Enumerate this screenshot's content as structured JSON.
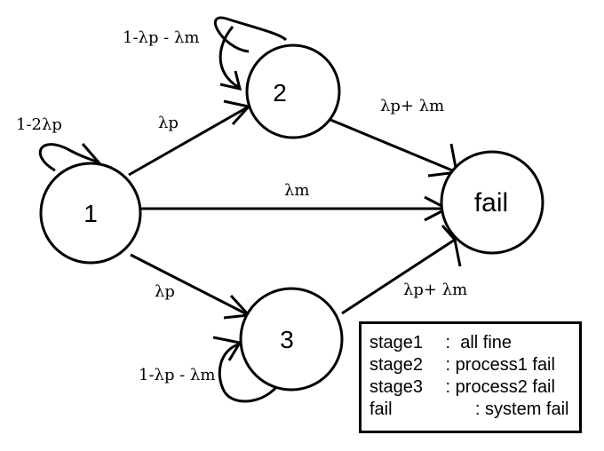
{
  "nodes": {
    "n1": "1",
    "n2": "2",
    "n3": "3",
    "fail": "fail"
  },
  "edges": {
    "self_1": "1-2λp",
    "self_2": "1-λp - λm",
    "self_3": "1-λp - λm",
    "e1_2": "λp",
    "e1_3": "λp",
    "e1_fail": "λm",
    "e2_fail": "λp+ λm",
    "e3_fail": "λp+ λm"
  },
  "legend": [
    {
      "key": "stage1",
      "sep": " :  ",
      "value": "all fine"
    },
    {
      "key": "stage2",
      "sep": " : ",
      "value": "process1 fail"
    },
    {
      "key": "stage3",
      "sep": " : ",
      "value": "process2 fail"
    },
    {
      "key": "fail",
      "sep": "       : ",
      "value": "system fail"
    }
  ]
}
